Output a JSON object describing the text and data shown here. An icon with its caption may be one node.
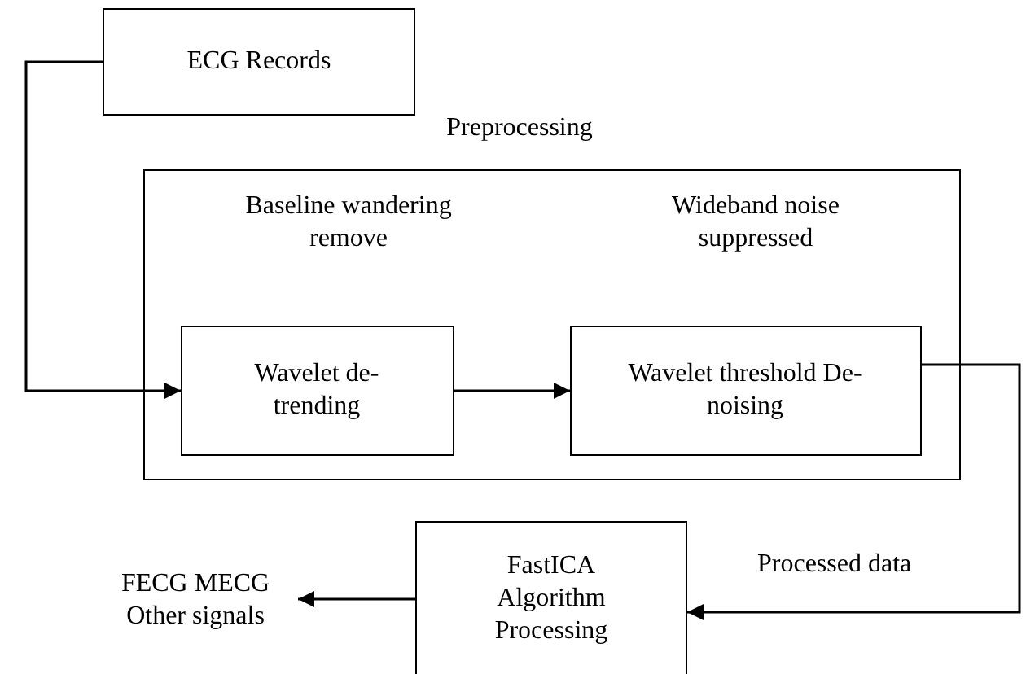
{
  "diagram": {
    "nodes": [
      {
        "text": [
          "ECG Records"
        ]
      },
      {
        "text": [
          "Preprocessing",
          "Baseline wandering remove",
          "Wideband noise suppressed"
        ]
      },
      {
        "text": [
          "Wavelet de-trending"
        ],
        "in": 1
      },
      {
        "text": [
          "Wavelet threshold De-noising"
        ],
        "in": 1
      },
      {
        "text": [
          "FastICA Algorithm Processing"
        ]
      },
      {
        "text": [
          "FECG MECG Other signals"
        ]
      }
    ],
    "edges": [
      {
        "from": 0,
        "to": 2,
        "arrow": "to"
      },
      {
        "from": 2,
        "to": 3,
        "arrow": "to"
      },
      {
        "from": 3,
        "to": 4,
        "arrow": "to",
        "label": "Processed data"
      },
      {
        "from": 4,
        "to": 5,
        "arrow": "to"
      }
    ]
  }
}
